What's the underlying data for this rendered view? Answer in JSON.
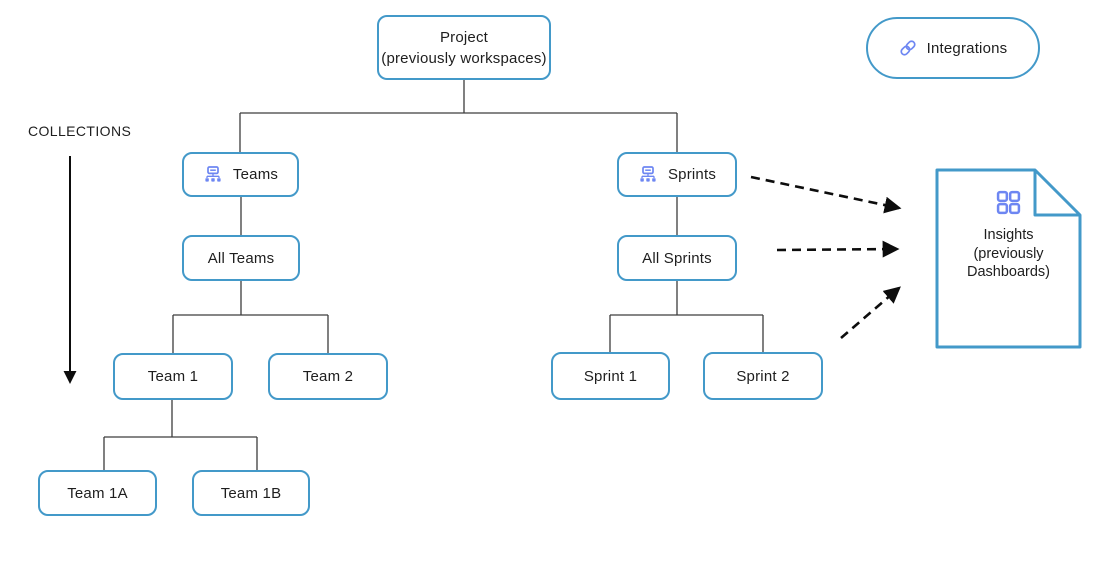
{
  "collections_label": "COLLECTIONS",
  "nodes": {
    "project": {
      "line1": "Project",
      "line2": "(previously workspaces)"
    },
    "integrations": {
      "label": "Integrations",
      "icon": "link-icon"
    },
    "teams": {
      "label": "Teams",
      "icon": "org-chart-icon"
    },
    "sprints": {
      "label": "Sprints",
      "icon": "org-chart-icon"
    },
    "all_teams": {
      "label": "All Teams"
    },
    "all_sprints": {
      "label": "All Sprints"
    },
    "team1": {
      "label": "Team 1"
    },
    "team2": {
      "label": "Team 2"
    },
    "sprint1": {
      "label": "Sprint 1"
    },
    "sprint2": {
      "label": "Sprint 2"
    },
    "team1a": {
      "label": "Team 1A"
    },
    "team1b": {
      "label": "Team 1B"
    },
    "insights": {
      "line1": "Insights",
      "line2": "(previously",
      "line3": "Dashboards)",
      "icon": "grid-icon",
      "shape": "document-with-folded-corner"
    }
  },
  "edges": {
    "tree": [
      "project -> teams",
      "project -> sprints",
      "teams -> all_teams",
      "sprints -> all_sprints",
      "all_teams -> team1",
      "all_teams -> team2",
      "all_sprints -> sprint1",
      "all_sprints -> sprint2",
      "team1 -> team1a",
      "team1 -> team1b"
    ],
    "dashed_arrows": [
      "sprints -> insights",
      "all_sprints -> insights",
      "sprint2 -> insights"
    ],
    "collections_arrow": "vertical arrow pointing down along left side"
  },
  "colors": {
    "box_border": "#4399c9",
    "icon_accent": "#6d86f2",
    "text": "#1e1e1e",
    "connector": "#3d3d3d",
    "arrow": "#0d0d0d",
    "background": "#ffffff"
  }
}
